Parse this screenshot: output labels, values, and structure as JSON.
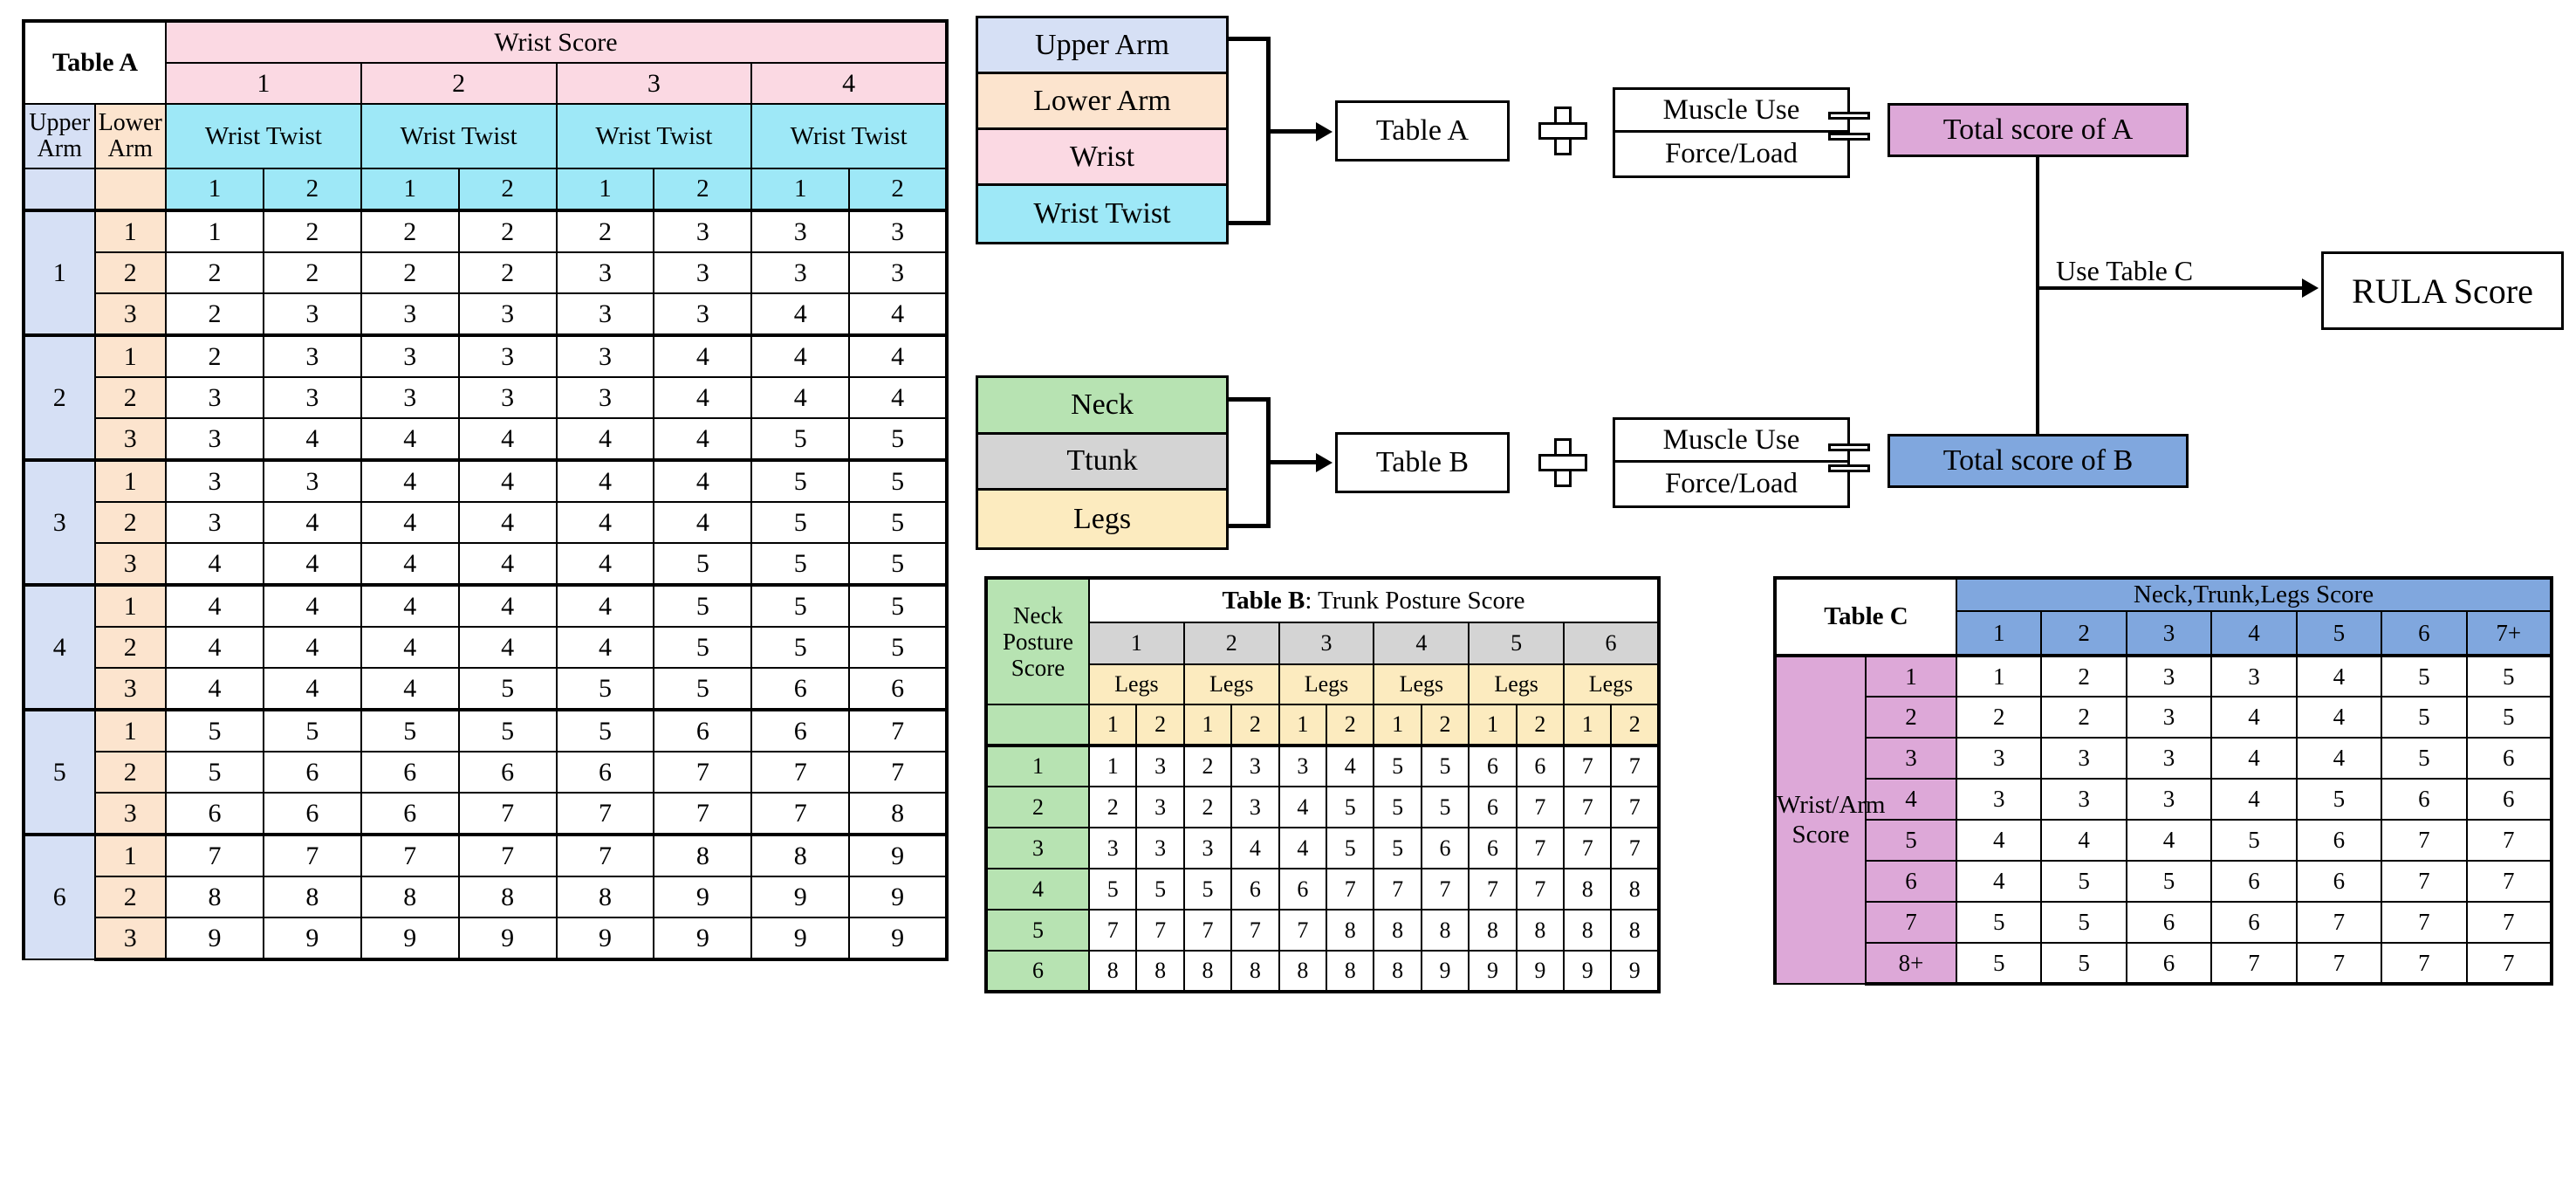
{
  "tableA": {
    "title": "Table A",
    "wrist_score_label": "Wrist Score",
    "wrist_score_cols": [
      "1",
      "2",
      "3",
      "4"
    ],
    "wrist_twist_label": "Wrist Twist",
    "wrist_twist_cols": [
      "1",
      "2",
      "1",
      "2",
      "1",
      "2",
      "1",
      "2"
    ],
    "upper_arm_label": "Upper\nArm",
    "upper_arm_line1": "Upper",
    "upper_arm_line2": "Arm",
    "lower_arm_line1": "Lower",
    "lower_arm_line2": "Arm",
    "upper_arm_groups": [
      "1",
      "2",
      "3",
      "4",
      "5",
      "6"
    ],
    "lower_arm_values": [
      "1",
      "2",
      "3"
    ],
    "rows": [
      {
        "upper": "1",
        "lower": "1",
        "values": [
          "1",
          "2",
          "2",
          "2",
          "2",
          "3",
          "3",
          "3"
        ]
      },
      {
        "upper": "1",
        "lower": "2",
        "values": [
          "2",
          "2",
          "2",
          "2",
          "3",
          "3",
          "3",
          "3"
        ]
      },
      {
        "upper": "1",
        "lower": "3",
        "values": [
          "2",
          "3",
          "3",
          "3",
          "3",
          "3",
          "4",
          "4"
        ]
      },
      {
        "upper": "2",
        "lower": "1",
        "values": [
          "2",
          "3",
          "3",
          "3",
          "3",
          "4",
          "4",
          "4"
        ]
      },
      {
        "upper": "2",
        "lower": "2",
        "values": [
          "3",
          "3",
          "3",
          "3",
          "3",
          "4",
          "4",
          "4"
        ]
      },
      {
        "upper": "2",
        "lower": "3",
        "values": [
          "3",
          "4",
          "4",
          "4",
          "4",
          "4",
          "5",
          "5"
        ]
      },
      {
        "upper": "3",
        "lower": "1",
        "values": [
          "3",
          "3",
          "4",
          "4",
          "4",
          "4",
          "5",
          "5"
        ]
      },
      {
        "upper": "3",
        "lower": "2",
        "values": [
          "3",
          "4",
          "4",
          "4",
          "4",
          "4",
          "5",
          "5"
        ]
      },
      {
        "upper": "3",
        "lower": "3",
        "values": [
          "4",
          "4",
          "4",
          "4",
          "4",
          "5",
          "5",
          "5"
        ]
      },
      {
        "upper": "4",
        "lower": "1",
        "values": [
          "4",
          "4",
          "4",
          "4",
          "4",
          "5",
          "5",
          "5"
        ]
      },
      {
        "upper": "4",
        "lower": "2",
        "values": [
          "4",
          "4",
          "4",
          "4",
          "4",
          "5",
          "5",
          "5"
        ]
      },
      {
        "upper": "4",
        "lower": "3",
        "values": [
          "4",
          "4",
          "4",
          "5",
          "5",
          "5",
          "6",
          "6"
        ]
      },
      {
        "upper": "5",
        "lower": "1",
        "values": [
          "5",
          "5",
          "5",
          "5",
          "5",
          "6",
          "6",
          "7"
        ]
      },
      {
        "upper": "5",
        "lower": "2",
        "values": [
          "5",
          "6",
          "6",
          "6",
          "6",
          "7",
          "7",
          "7"
        ]
      },
      {
        "upper": "5",
        "lower": "3",
        "values": [
          "6",
          "6",
          "6",
          "7",
          "7",
          "7",
          "7",
          "8"
        ]
      },
      {
        "upper": "6",
        "lower": "1",
        "values": [
          "7",
          "7",
          "7",
          "7",
          "7",
          "8",
          "8",
          "9"
        ]
      },
      {
        "upper": "6",
        "lower": "2",
        "values": [
          "8",
          "8",
          "8",
          "8",
          "8",
          "9",
          "9",
          "9"
        ]
      },
      {
        "upper": "6",
        "lower": "3",
        "values": [
          "9",
          "9",
          "9",
          "9",
          "9",
          "9",
          "9",
          "9"
        ]
      }
    ]
  },
  "tableB": {
    "title_bold": "Table B",
    "title_rest": ":  Trunk Posture Score",
    "neck_header_line1": "Neck",
    "neck_header_line2": "Posture",
    "neck_header_line3": "Score",
    "trunk_cols": [
      "1",
      "2",
      "3",
      "4",
      "5",
      "6"
    ],
    "legs_label": "Legs",
    "legs_cols": [
      "1",
      "2",
      "1",
      "2",
      "1",
      "2",
      "1",
      "2",
      "1",
      "2",
      "1",
      "2"
    ],
    "rows": [
      {
        "neck": "1",
        "values": [
          "1",
          "3",
          "2",
          "3",
          "3",
          "4",
          "5",
          "5",
          "6",
          "6",
          "7",
          "7"
        ]
      },
      {
        "neck": "2",
        "values": [
          "2",
          "3",
          "2",
          "3",
          "4",
          "5",
          "5",
          "5",
          "6",
          "7",
          "7",
          "7"
        ]
      },
      {
        "neck": "3",
        "values": [
          "3",
          "3",
          "3",
          "4",
          "4",
          "5",
          "5",
          "6",
          "6",
          "7",
          "7",
          "7"
        ]
      },
      {
        "neck": "4",
        "values": [
          "5",
          "5",
          "5",
          "6",
          "6",
          "7",
          "7",
          "7",
          "7",
          "7",
          "8",
          "8"
        ]
      },
      {
        "neck": "5",
        "values": [
          "7",
          "7",
          "7",
          "7",
          "7",
          "8",
          "8",
          "8",
          "8",
          "8",
          "8",
          "8"
        ]
      },
      {
        "neck": "6",
        "values": [
          "8",
          "8",
          "8",
          "8",
          "8",
          "8",
          "8",
          "9",
          "9",
          "9",
          "9",
          "9"
        ]
      }
    ]
  },
  "tableC": {
    "title": "Table C",
    "ntl_label": "Neck,Trunk,Legs Score",
    "ntl_cols": [
      "1",
      "2",
      "3",
      "4",
      "5",
      "6",
      "7+"
    ],
    "wrist_arm_line1": "Wrist/Arm",
    "wrist_arm_line2": "Score",
    "rows": [
      {
        "wa": "1",
        "values": [
          "1",
          "2",
          "3",
          "3",
          "4",
          "5",
          "5"
        ]
      },
      {
        "wa": "2",
        "values": [
          "2",
          "2",
          "3",
          "4",
          "4",
          "5",
          "5"
        ]
      },
      {
        "wa": "3",
        "values": [
          "3",
          "3",
          "3",
          "4",
          "4",
          "5",
          "6"
        ]
      },
      {
        "wa": "4",
        "values": [
          "3",
          "3",
          "3",
          "4",
          "5",
          "6",
          "6"
        ]
      },
      {
        "wa": "5",
        "values": [
          "4",
          "4",
          "4",
          "5",
          "6",
          "7",
          "7"
        ]
      },
      {
        "wa": "6",
        "values": [
          "4",
          "5",
          "5",
          "6",
          "6",
          "7",
          "7"
        ]
      },
      {
        "wa": "7",
        "values": [
          "5",
          "5",
          "6",
          "6",
          "7",
          "7",
          "7"
        ]
      },
      {
        "wa": "8+",
        "values": [
          "5",
          "5",
          "6",
          "7",
          "7",
          "7",
          "7"
        ]
      }
    ]
  },
  "flow": {
    "groupA": [
      {
        "label": "Upper Arm",
        "color": "#D6E0F5"
      },
      {
        "label": "Lower Arm",
        "color": "#FCE4CE"
      },
      {
        "label": "Wrist",
        "color": "#FBD9E3"
      },
      {
        "label": "Wrist Twist",
        "color": "#9EE8F7"
      }
    ],
    "groupB": [
      {
        "label": "Neck",
        "color": "#B7E3B2"
      },
      {
        "label": "Ttunk",
        "color": "#D4D4D4"
      },
      {
        "label": "Legs",
        "color": "#FCEBBF"
      }
    ],
    "table_a_box": "Table A",
    "table_b_box": "Table B",
    "muscle_use": "Muscle Use",
    "force_load": "Force/Load",
    "total_a": "Total score of A",
    "total_b": "Total score of B",
    "total_a_color": "#DDA8D8",
    "total_b_color": "#80A7DE",
    "use_table_c": "Use Table C",
    "rula_score": "RULA Score",
    "plus_symbol": "plus-symbol",
    "equals_symbol": "equals-symbol"
  }
}
